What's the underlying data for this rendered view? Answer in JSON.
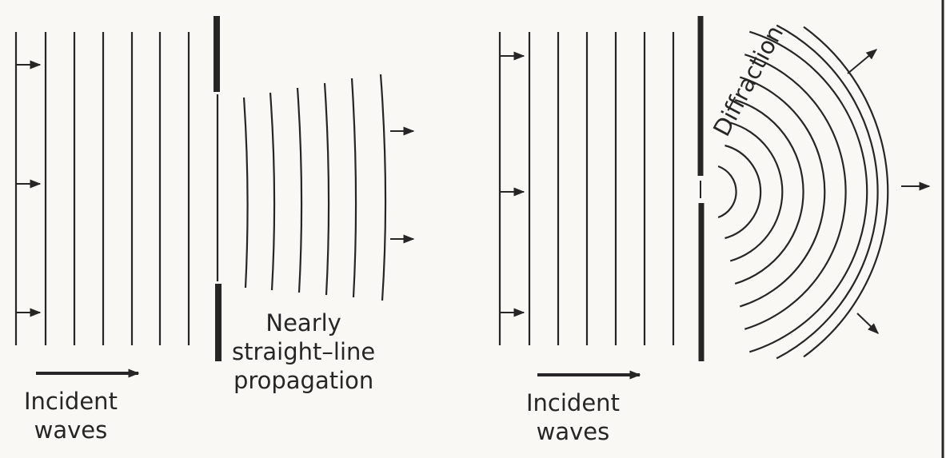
{
  "colors": {
    "ink": "#262626",
    "paper": "#f9f8f5"
  },
  "left_panel": {
    "incident_label": {
      "line1": "Incident",
      "line2": "waves"
    },
    "result_label": {
      "line1": "Nearly",
      "line2": "straight–line",
      "line3": "propagation"
    }
  },
  "right_panel": {
    "incident_label": {
      "line1": "Incident",
      "line2": "waves"
    },
    "result_label": "Diffraction"
  }
}
